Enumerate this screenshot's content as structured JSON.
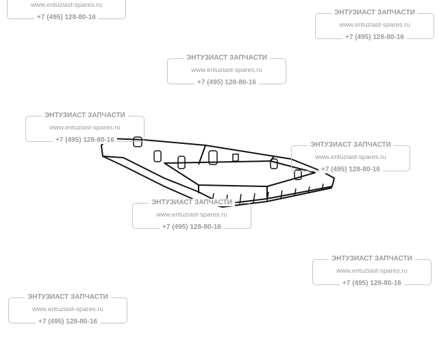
{
  "watermark": {
    "title": "ЭНТУЗИАСТ ЗАПЧАСТИ",
    "url": "www.entuziast-spares.ru",
    "phone": "+7 (495) 128-80-16"
  },
  "colors": {
    "watermark": "#9a9a9a",
    "outline": "#111111"
  }
}
